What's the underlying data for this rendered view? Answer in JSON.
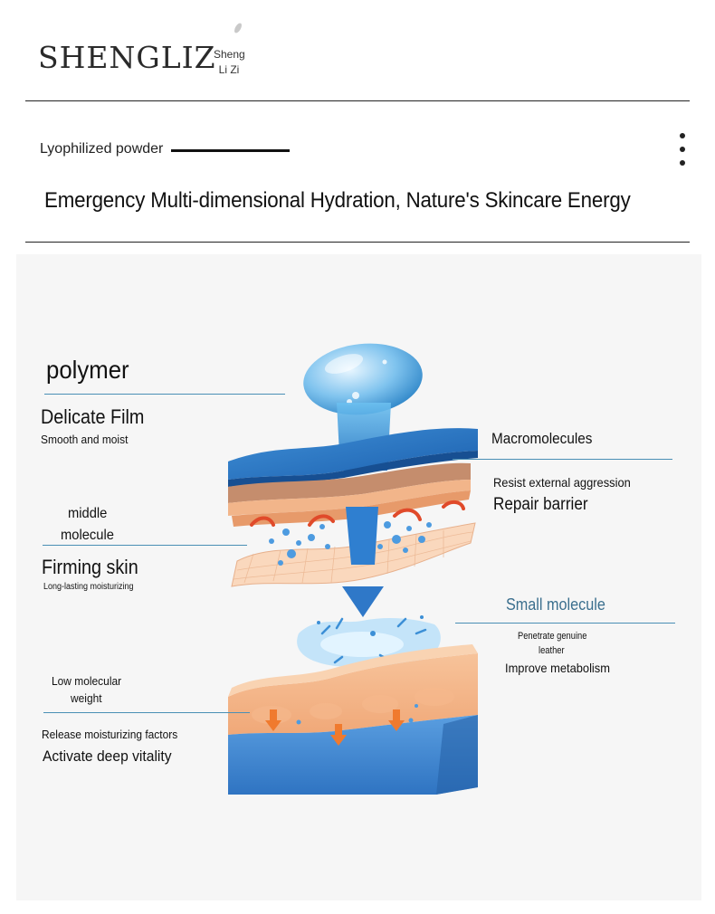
{
  "brand": {
    "logo_text": "SHENGLIZ",
    "logo_sub_line1": "Sheng",
    "logo_sub_line2": "Li Zi"
  },
  "header": {
    "category": "Lyophilized powder",
    "headline": "Emergency Multi-dimensional Hydration, Nature's Skincare Energy"
  },
  "diagram": {
    "left": {
      "polymer": "polymer",
      "delicate_film": "Delicate Film",
      "smooth_moist": "Smooth and moist",
      "middle_line1": "middle",
      "middle_line2": "molecule",
      "firming_skin": "Firming skin",
      "long_lasting": "Long-lasting moisturizing",
      "low_line1": "Low molecular",
      "low_line2": "weight",
      "release": "Release moisturizing factors",
      "activate": "Activate deep vitality"
    },
    "right": {
      "macromolecules": "Macromolecules",
      "resist": "Resist external aggression",
      "repair": "Repair barrier",
      "small_molecule": "Small molecule",
      "penetrate_line1": "Penetrate genuine",
      "penetrate_line2": "leather",
      "improve": "Improve metabolism"
    },
    "colors": {
      "accent_line": "#4a8fb5",
      "water_blue": "#3b82c4",
      "skin_peach": "#f5c9a6",
      "arrow_orange": "#f07a2e",
      "arrow_red": "#e04a2a"
    }
  }
}
